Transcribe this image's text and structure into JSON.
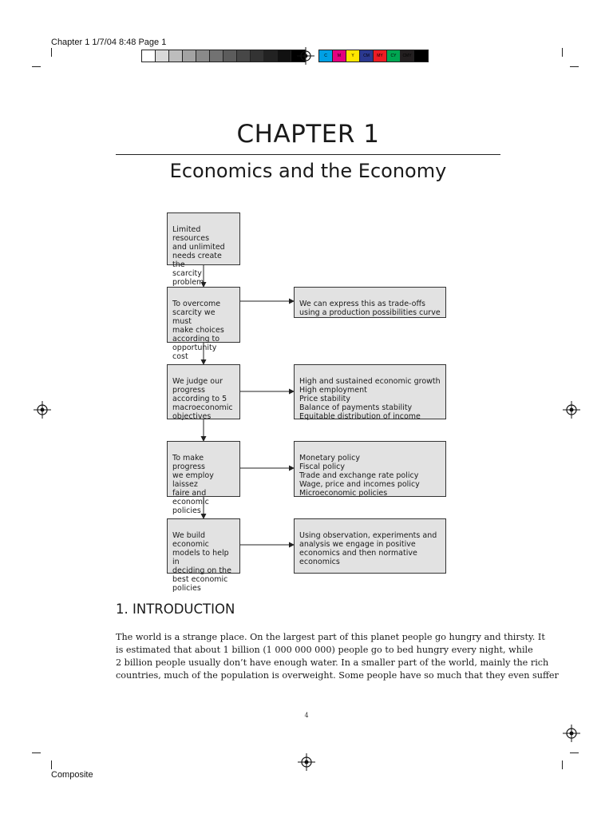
{
  "print_header": "Chapter 1 1/7/04 8:48 Page 1",
  "print_footer": "Composite",
  "color_bar": {
    "grays": [
      "#ffffff",
      "#d9d9d9",
      "#bdbdbd",
      "#a3a3a3",
      "#8a8a8a",
      "#727272",
      "#5c5c5c",
      "#474747",
      "#333333",
      "#222222",
      "#111111",
      "#000000"
    ],
    "process": [
      {
        "label": "C",
        "color": "#00a0e4"
      },
      {
        "label": "M",
        "color": "#e4007f"
      },
      {
        "label": "Y",
        "color": "#ffe600"
      },
      {
        "label": "CM",
        "color": "#2b3990"
      },
      {
        "label": "MY",
        "color": "#ed1c24"
      },
      {
        "label": "CY",
        "color": "#00a651"
      },
      {
        "label": "CMY",
        "color": "#231f20"
      },
      {
        "label": "K",
        "color": "#000000"
      }
    ]
  },
  "chapter": {
    "label": "CHAPTER 1",
    "title": "Economics and the Economy"
  },
  "flowchart": {
    "left_boxes": [
      [
        "Limited resources",
        "and unlimited",
        "needs create the",
        "scarcity problem"
      ],
      [
        "To overcome",
        "scarcity we must",
        "make choices",
        "according to",
        "opportunity cost"
      ],
      [
        "We judge our",
        "progress",
        "according to 5",
        "macroeconomic",
        "objectives"
      ],
      [
        "To make progress",
        "we employ laissez",
        "faire and",
        "economic policies"
      ],
      [
        "We build economic",
        "models to help in",
        "deciding on the",
        "best economic",
        "policies"
      ]
    ],
    "right_boxes": [
      [
        "We can express this as trade-offs",
        "using a production possibilities curve"
      ],
      [
        "High and sustained economic growth",
        "High employment",
        "Price stability",
        "Balance of payments stability",
        "Equitable distribution of income"
      ],
      [
        "Monetary policy",
        "Fiscal policy",
        "Trade and exchange rate policy",
        "Wage, price and incomes policy",
        "Microeconomic policies"
      ],
      [
        "Using observation, experiments and",
        "analysis we engage in positive",
        "economics and then normative",
        "economics"
      ]
    ]
  },
  "section": {
    "heading": "1. INTRODUCTION",
    "lines": [
      "The world is a strange place.  On the largest part of this planet people go hungry and thirsty.  It",
      "is estimated that about 1 billion (1 000 000 000) people go to bed hungry every night, while",
      "2 billion people usually don’t have enough water.  In a smaller part of the world, mainly the rich",
      "countries, much of the population is overweight.  Some people have so much that they even suffer"
    ]
  },
  "page_number": "4"
}
